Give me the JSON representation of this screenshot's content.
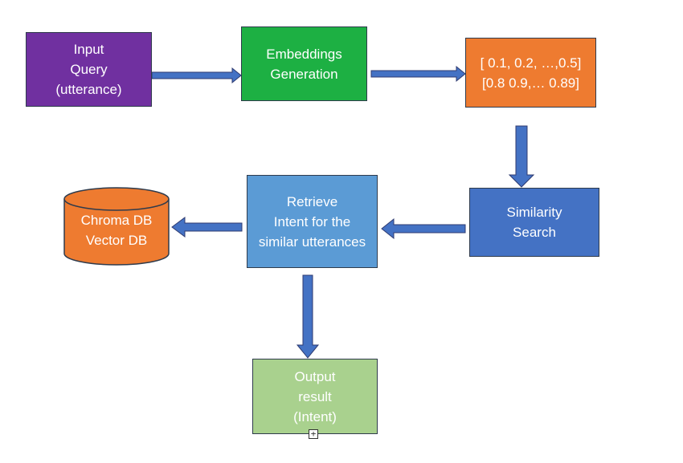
{
  "nodes": {
    "input": {
      "lines": [
        "Input",
        "Query",
        "(utterance)"
      ],
      "color": "#7030a0"
    },
    "embeddings": {
      "lines": [
        "Embeddings",
        "Generation"
      ],
      "color": "#1db043"
    },
    "vectors": {
      "lines": [
        "[ 0.1, 0.2, …,0.5]",
        "[0.8 0.9,… 0.89]"
      ],
      "color": "#ee7b30"
    },
    "similarity": {
      "lines": [
        "Similarity",
        "Search"
      ],
      "color": "#4472c4"
    },
    "retrieve": {
      "lines": [
        "Retrieve",
        "Intent for the",
        "similar utterances"
      ],
      "color": "#5b9bd5"
    },
    "database": {
      "lines": [
        "Chroma DB",
        "Vector DB"
      ],
      "color": "#ee7b30"
    },
    "output": {
      "lines": [
        "Output",
        "result",
        "(Intent)"
      ],
      "color": "#a9d18e"
    }
  },
  "edges": [
    {
      "from": "input",
      "to": "embeddings"
    },
    {
      "from": "embeddings",
      "to": "vectors"
    },
    {
      "from": "vectors",
      "to": "similarity"
    },
    {
      "from": "similarity",
      "to": "retrieve"
    },
    {
      "from": "retrieve",
      "to": "database"
    },
    {
      "from": "retrieve",
      "to": "output"
    }
  ],
  "arrow_color": "#4472c4",
  "arrow_outline": "#2f3b70",
  "expand_glyph": "+"
}
